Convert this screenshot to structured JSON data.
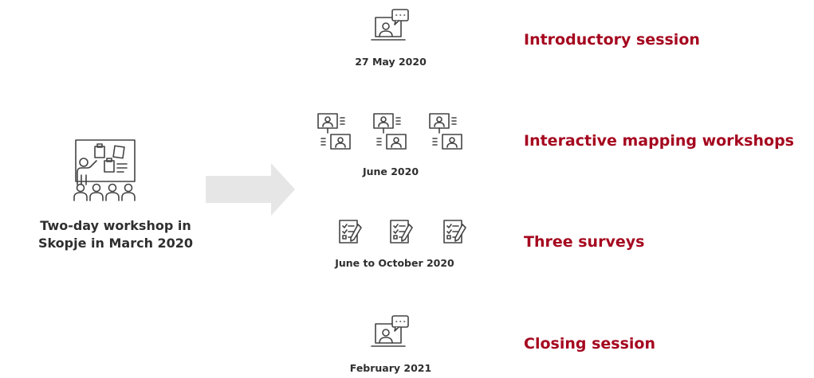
{
  "left": {
    "caption_line1": "Two-day workshop in",
    "caption_line2": "Skopje in March 2020",
    "icon": "presentation-board-icon"
  },
  "arrow": {
    "color": "#e6e6e6"
  },
  "steps": [
    {
      "date": "27 May 2020",
      "title": "Introductory session",
      "icon": "laptop-chat-icon"
    },
    {
      "date": "June 2020",
      "title": "Interactive mapping workshops",
      "icon": "video-call-icon"
    },
    {
      "date": "June to October 2020",
      "title": "Three surveys",
      "icon": "survey-checklist-icon"
    },
    {
      "date": "February 2021",
      "title": "Closing session",
      "icon": "laptop-chat-icon"
    }
  ],
  "colors": {
    "accent": "#a5071f",
    "text": "#2f2f2f",
    "icon": "#444444"
  }
}
